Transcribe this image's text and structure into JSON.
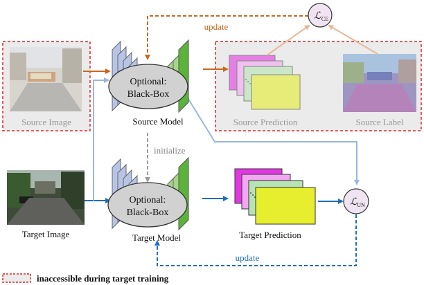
{
  "labels": {
    "loss_ce_main": "ℒ",
    "loss_ce_sub": "CE",
    "loss_un_main": "ℒ",
    "loss_un_sub": "UN",
    "update_top": "update",
    "update_bottom": "update",
    "initialize": "initialize",
    "source_image": "Source Image",
    "source_model": "Source Model",
    "source_prediction": "Source Prediction",
    "source_label": "Source Label",
    "target_image": "Target Image",
    "target_model": "Target Model",
    "target_prediction": "Target Prediction",
    "blackbox_line1": "Optional:",
    "blackbox_line2": "Black-Box",
    "legend_text": "inaccessible during target training"
  },
  "colors": {
    "orange_arrow": "#c8671f",
    "blue_arrow": "#1f6fb8",
    "light_blue": "#9bb6de",
    "gray_arrow": "#999999",
    "red_dashed": "#e0242d",
    "inaccessible_fill": "#ebebeb",
    "encoder_blue": "#b7c4e6",
    "decoder_green": "#a6d58a",
    "loss_fill": "#f0e4f3",
    "pred_magenta": "#e238e2",
    "pred_pink": "#f3a6f1",
    "pred_green": "#b7e4b4",
    "pred_yellow": "#e6ee2e"
  }
}
